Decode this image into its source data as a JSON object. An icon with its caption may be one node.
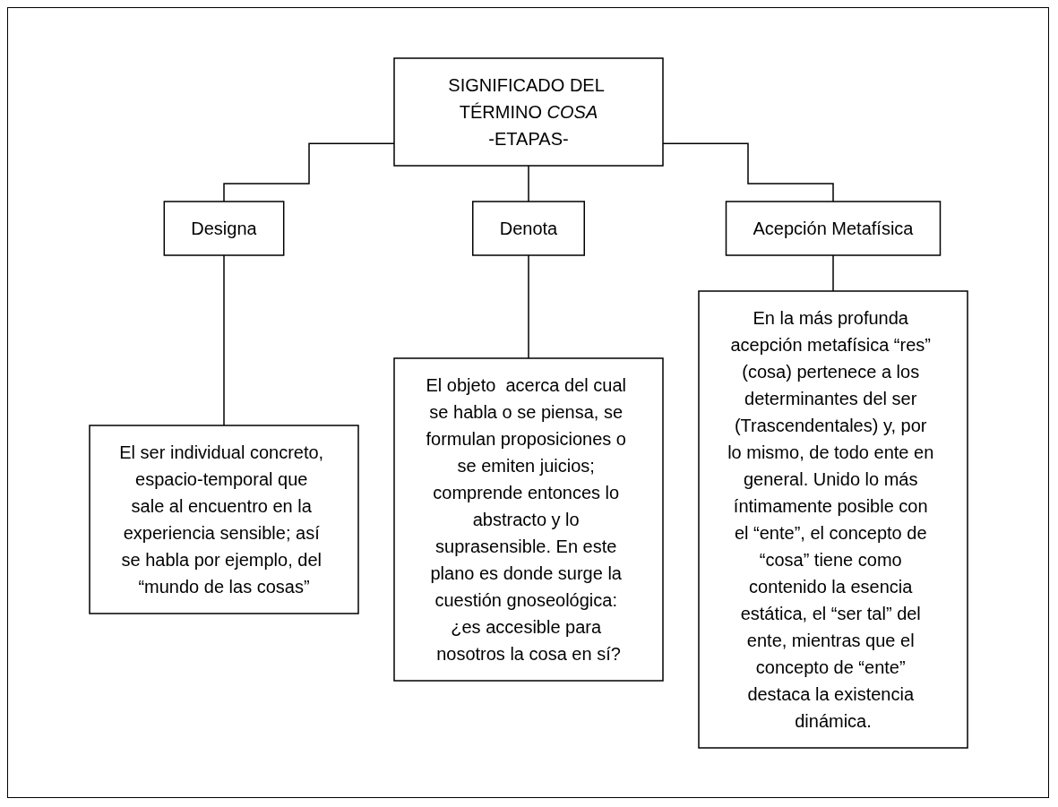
{
  "diagram": {
    "nodes": [
      {
        "text": [
          "SIGNIFICADO DEL TÉRMINO *COSA*",
          "-ETAPAS-"
        ]
      },
      {
        "text": [
          "Designa"
        ]
      },
      {
        "text": [
          "Denota"
        ]
      },
      {
        "text": [
          "Acepción Metafísica"
        ]
      },
      {
        "text": [
          "El ser individual concreto, espacio-temporal que sale al encuentro en la experiencia sensible; así se habla por ejemplo, del “mundo de las cosas”"
        ]
      },
      {
        "text": [
          "El objeto  acerca del cual se habla o se piensa, se formulan proposiciones o se emiten juicios; comprende entonces lo abstracto y lo suprasensible. En este plano es donde surge la cuestión gnoseológica: ¿es accesible para nosotros la cosa en sí?"
        ]
      },
      {
        "text": [
          "En la más profunda acepción metafísica “res” (cosa) pertenece a los determinantes del ser (Trascendentales) y, por lo mismo, de todo ente en general. Unido lo más íntimamente posible con el “ente”, el concepto de “cosa” tiene como contenido la esencia estática, el “ser tal” del ente, mientras que el concepto de “ente” destaca la existencia dinámica."
        ]
      }
    ],
    "edges": [
      {
        "from": 0,
        "to": 1,
        "arrow": "none"
      },
      {
        "from": 0,
        "to": 2,
        "arrow": "none"
      },
      {
        "from": 0,
        "to": 3,
        "arrow": "none"
      },
      {
        "from": 1,
        "to": 4,
        "arrow": "none"
      },
      {
        "from": 2,
        "to": 5,
        "arrow": "none"
      },
      {
        "from": 3,
        "to": 6,
        "arrow": "none"
      }
    ]
  }
}
